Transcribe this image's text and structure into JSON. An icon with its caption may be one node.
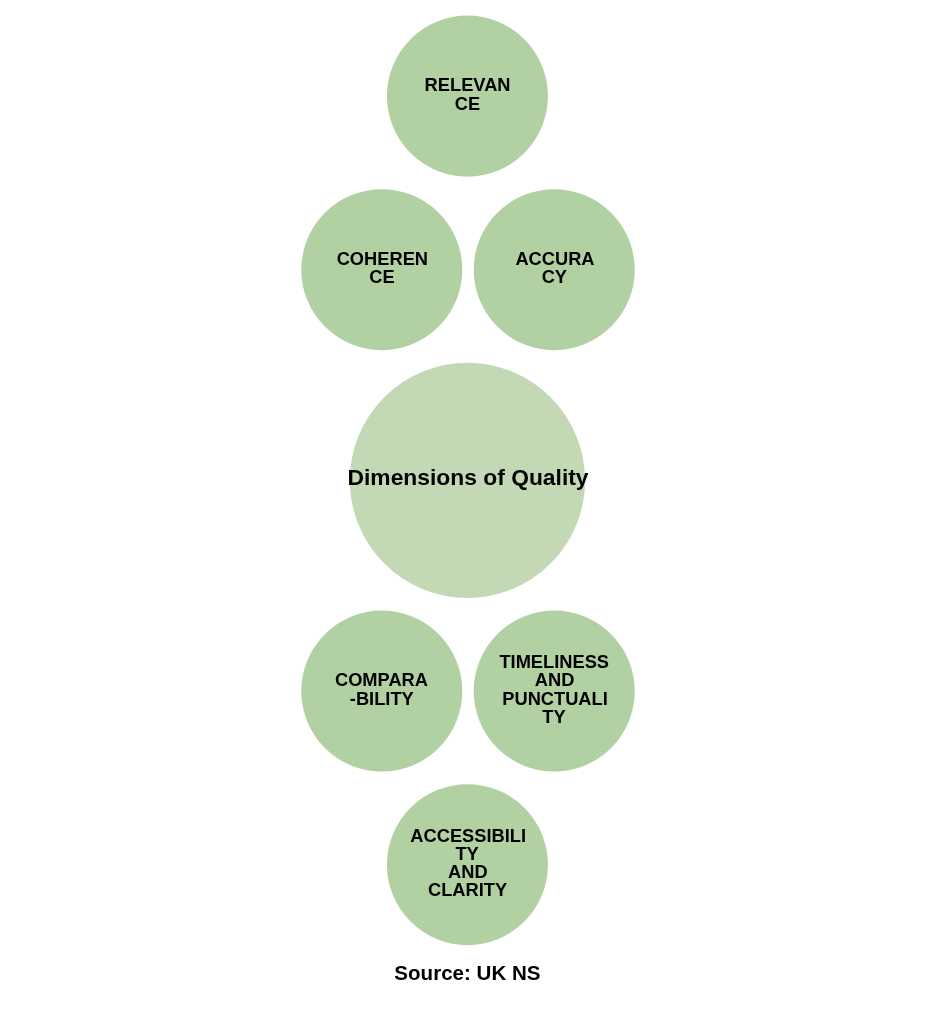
{
  "diagram": {
    "nodes": [
      {
        "text": [
          "RELEVAN CE"
        ]
      },
      {
        "text": [
          "COHEREN CE"
        ]
      },
      {
        "text": [
          "ACCURA CY"
        ]
      },
      {
        "text": [
          "Dimensions of Quality"
        ]
      },
      {
        "text": [
          "COMPARA -BILITY"
        ]
      },
      {
        "text": [
          "TIMELINESS AND PUNCTUALI TY"
        ]
      },
      {
        "text": [
          "ACCESSIBILI TY AND CLARITY"
        ]
      }
    ],
    "edges": [],
    "labels": [
      "Source: UK NS"
    ]
  }
}
